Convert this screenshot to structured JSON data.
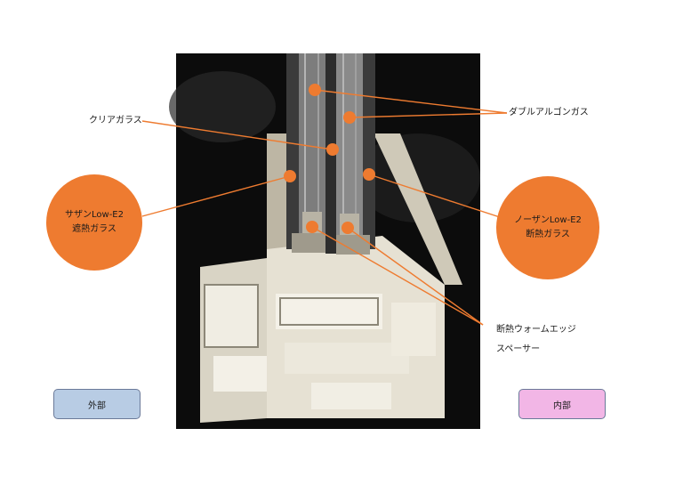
{
  "labels": {
    "double_argon": "ダブルアルゴンガス",
    "clear_glass": "クリアガラス",
    "solar_low_e2_line1": "サザンLow-E2",
    "solar_low_e2_line2": "遮熱ガラス",
    "north_low_e2_line1": "ノーザンLow-E2",
    "north_low_e2_line2": "断熱ガラス",
    "spacer_line1": "断熱ウォームエッジ",
    "spacer_line2": "スペーサー",
    "exterior": "外部",
    "interior": "内部"
  },
  "colors": {
    "accent_orange": "#ee7b30",
    "exterior_box": "#b8cce4",
    "interior_box": "#f2b6e6"
  }
}
